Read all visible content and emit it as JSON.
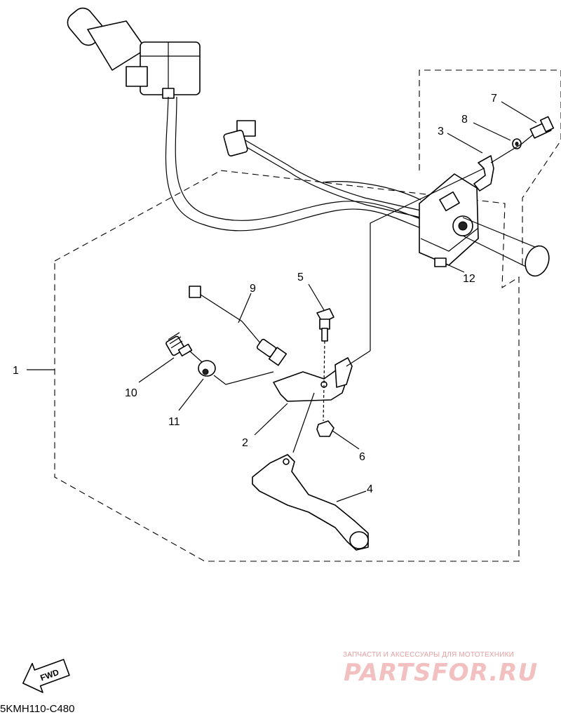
{
  "diagram": {
    "callouts": [
      {
        "id": "1",
        "label": "1"
      },
      {
        "id": "2",
        "label": "2"
      },
      {
        "id": "3",
        "label": "3"
      },
      {
        "id": "4",
        "label": "4"
      },
      {
        "id": "5",
        "label": "5"
      },
      {
        "id": "6",
        "label": "6"
      },
      {
        "id": "7",
        "label": "7"
      },
      {
        "id": "8",
        "label": "8"
      },
      {
        "id": "9",
        "label": "9"
      },
      {
        "id": "10",
        "label": "10"
      },
      {
        "id": "11",
        "label": "11"
      },
      {
        "id": "12",
        "label": "12"
      }
    ],
    "direction_arrow": {
      "label": "FWD"
    },
    "code": "5KMH110-C480"
  },
  "watermark": {
    "tagline": "ЗАПЧАСТИ И АКСЕССУАРЫ ДЛЯ МОТОТЕХНИКИ",
    "logo": "PARTSFOR.RU"
  }
}
